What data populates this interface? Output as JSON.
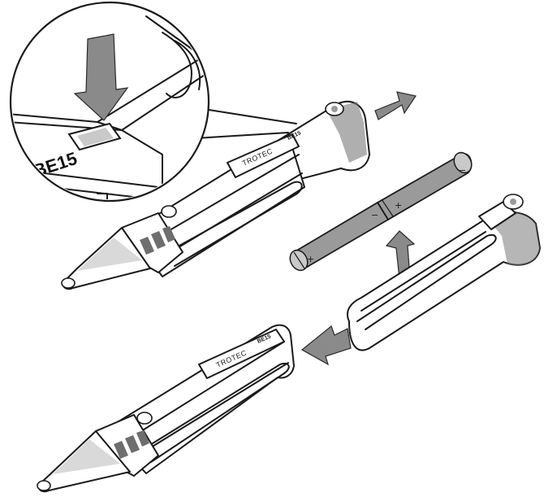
{
  "brand_label": "TROTEC",
  "model_label": "BE15",
  "zoom_model_label": "BE15",
  "battery": {
    "plus_terminal": "+",
    "minus_terminal": "−",
    "join_minus": "−",
    "join_plus": "+"
  },
  "colors": {
    "arrow_fill": "#8a8a8a",
    "battery_fill": "#9a9a9a",
    "outline": "#1a1a1a"
  },
  "icons": [
    "push-down-arrow",
    "slide-out-arrow",
    "insert-battery-arrow",
    "slide-in-arrow"
  ]
}
